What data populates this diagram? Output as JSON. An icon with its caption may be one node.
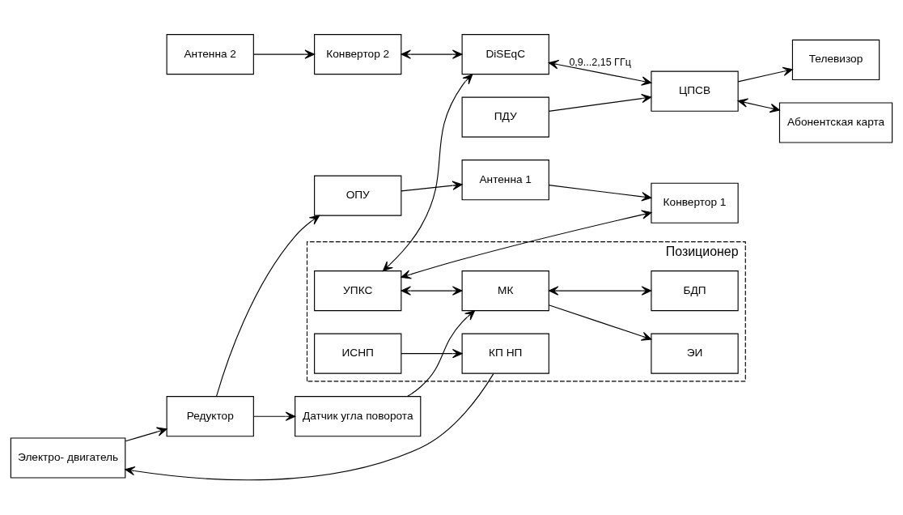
{
  "diagram": {
    "nodes": [
      {
        "text": [
          "Антенна 2"
        ]
      },
      {
        "text": [
          "Конвертор 2"
        ]
      },
      {
        "text": [
          "DiSEqC"
        ]
      },
      {
        "text": [
          "ЦПСВ"
        ]
      },
      {
        "text": [
          "Телевизор"
        ]
      },
      {
        "text": [
          "Позиционер"
        ]
      },
      {
        "text": [
          "Антенна 1"
        ]
      },
      {
        "text": [
          "Конвертор 1"
        ]
      },
      {
        "text": [
          "УПКС"
        ],
        "in": 5
      },
      {
        "text": [
          "Абонентская карта"
        ]
      },
      {
        "text": [
          "ОПУ"
        ]
      },
      {
        "text": [
          "ЭИ"
        ],
        "in": 5
      },
      {
        "text": [
          "ПДУ"
        ]
      },
      {
        "text": [
          "Датчик угла поворота"
        ]
      },
      {
        "text": [
          "МК"
        ],
        "in": 5
      },
      {
        "text": [
          "БДП"
        ],
        "in": 5
      },
      {
        "text": [
          "Редуктор"
        ]
      },
      {
        "text": [
          "Электро- двигатель"
        ]
      },
      {
        "text": [
          "КП НП"
        ],
        "in": 5
      },
      {
        "text": [
          "ИСНП"
        ],
        "in": 5
      }
    ],
    "edges": [
      {
        "from": 0,
        "to": 1,
        "arrow": "to"
      },
      {
        "from": 1,
        "to": 2,
        "arrow": "both"
      },
      {
        "from": 2,
        "to": 3,
        "arrow": "both",
        "label": "0,9...2,15 ГГц"
      },
      {
        "from": 3,
        "to": 4,
        "arrow": "to"
      },
      {
        "from": 3,
        "to": 9,
        "arrow": "both"
      },
      {
        "from": 6,
        "to": 7,
        "arrow": "to"
      },
      {
        "from": 7,
        "to": 8,
        "arrow": "both"
      },
      {
        "from": 8,
        "to": 2,
        "arrow": "both"
      },
      {
        "from": 8,
        "to": 14,
        "arrow": "both"
      },
      {
        "from": 10,
        "to": 6,
        "arrow": "to"
      },
      {
        "from": 14,
        "to": 11,
        "arrow": "to"
      },
      {
        "from": 14,
        "to": 15,
        "arrow": "both"
      },
      {
        "from": 12,
        "to": 3,
        "arrow": "to"
      },
      {
        "from": 16,
        "to": 13,
        "arrow": "to"
      },
      {
        "from": 16,
        "to": 10,
        "arrow": "to"
      },
      {
        "from": 13,
        "to": 14,
        "arrow": "to"
      },
      {
        "from": 19,
        "to": 18,
        "arrow": "to"
      },
      {
        "from": 18,
        "to": 17,
        "arrow": "to"
      },
      {
        "from": 17,
        "to": 16,
        "arrow": "to"
      }
    ]
  }
}
